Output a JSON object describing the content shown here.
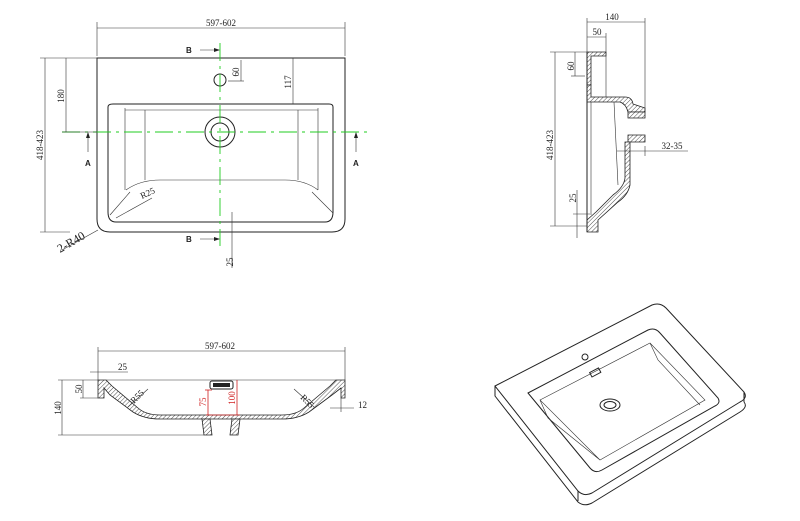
{
  "top_view": {
    "width_dim": "597-602",
    "depth_dim": "418-423",
    "dim_180": "180",
    "dim_117": "117",
    "dim_60": "60",
    "dim_25": "25",
    "radius_inner": "R25",
    "radius_corner": "2-R40",
    "section_a": "A",
    "section_b": "B"
  },
  "side_section": {
    "depth_dim": "140",
    "rim_dim": "50",
    "dim_60": "60",
    "height_dim": "418-423",
    "drain_dim": "32-35",
    "dim_25": "25"
  },
  "front_section": {
    "width_dim": "597-602",
    "dim_25": "25",
    "dim_50": "50",
    "dim_140": "140",
    "radius_left": "R55",
    "radius_right": "R55",
    "overflow_75": "75",
    "overflow_100": "100",
    "dim_12": "12"
  },
  "colors": {
    "centerline": "#22cc22",
    "highlight": "#d02020"
  }
}
